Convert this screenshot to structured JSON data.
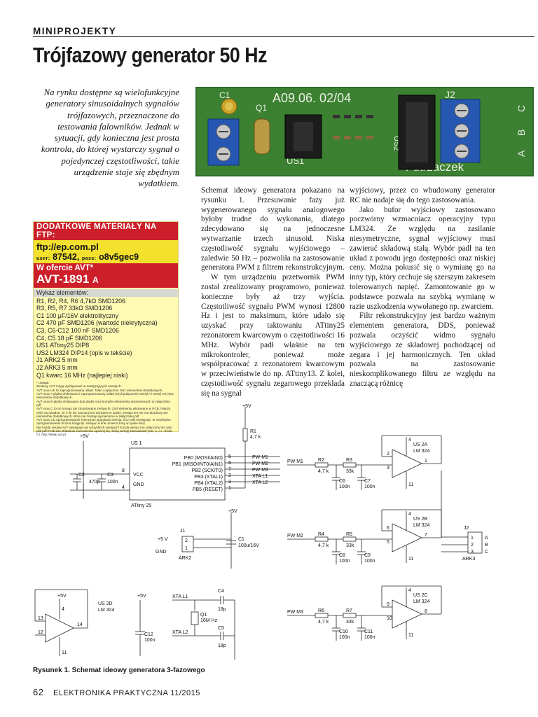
{
  "header": {
    "section": "MINIPROJEKTY",
    "title": "Trójfazowy generator 50 Hz"
  },
  "lead": "Na rynku dostępne są wielofunkcyjne generatory sinusoidalnych sygnałów trójfazowych, przeznaczone do testowania falowników. Jednak w sytuacji, gdy konieczna jest prosta kontrola, do której wystarczy sygnał o pojedynczej częstotliwości, takie urządzenie staje się zbędnym wydatkiem.",
  "photo": {
    "board_text": "A09.06. 02/04",
    "signature": "Futrzaczek",
    "labels": {
      "c1": "C1",
      "q1": "Q1",
      "us1": "US1",
      "j2": "J2",
      "us2": "US2",
      "a": "A",
      "b": "B",
      "c": "C"
    }
  },
  "body": {
    "col1": [
      "Schemat ideowy generatora pokazano na rysunku 1. Przesuwanie fazy już wygenerowanego sygnału analogowego byłoby trudne do wykonania, dlatego zdecydowano się na jednoczesne wytwarzanie trzech sinusoid. Niska częstotliwość sygnału wyjściowego – zaledwie 50 Hz – pozwoliła na zastosowanie generatora PWM z filtrem rekonstrukcyjnym.",
      "W tym urządzeniu przetwornik PWM został zrealizowany programowo, ponieważ konieczne były aż trzy wyjścia. Częstotliwość sygnału PWM wynosi 12800 Hz i jest to maksimum, które udało się uzyskać przy taktowaniu ATtiny25 rezonatorem kwarcowym o częstotliwości 16 MHz. Wybór padł właśnie na ten mikrokontroler, ponieważ może współpracować z rezonatorem kwarcowym w przeciwieństwie do np. ATtiny13. Z kolei, częstotliwość sygnału zegarowego przekłada się na sygnał"
    ],
    "col2": [
      "wyjściowy, przez co wbudowany generator RC nie nadaje się do tego zastosowania.",
      "Jako bufor wyjściowy zastosowano poczwórny wzmacniacz operacyjny typu LM324. Ze względu na zasilanie niesymetryczne, sygnał wyjściowy musi zawierać składową stałą. Wybór padł na ten układ z powodu jego dostępności oraz niskiej ceny. Można pokusić się o wymianę go na inny typ, który cechuje się szerszym zakresem tolerowanych napięć. Zamontowanie go w podstawce pozwala na szybką wymianę w razie uszkodzenia wywołanego np. zwarciem.",
      "Filtr rekonstrukcyjny jest bardzo ważnym elementem generatora, DDS, ponieważ pozwala oczyścić widmo sygnału wyjściowego ze składowej pochodzącej od zegara i jej harmonicznych. Ten układ pozwala na zastosowanie nieskomplikowanego filtru ze względu na znaczącą różnicę"
    ]
  },
  "box": {
    "header": "DODATKOWE MATERIAŁY NA FTP:",
    "ftp_url": "ftp://ep.com.pl",
    "user_label": "user:",
    "user": "87542",
    "pass_label": "pass:",
    "pass": "o8v5gec9",
    "avt_label": "W ofercie AVT*",
    "avt_code": "AVT-1891",
    "avt_suffix": "A",
    "parts_head": "Wykaz elementów:",
    "parts": [
      "R1, R2, R4, R6 4,7kΩ SMD1206",
      "R3, R5, R7 33kΩ SMD1206",
      "C1 100 μF/16V elektrolityczny",
      "C2 470 pF SMD1206 (wartość niekrytyczna)",
      "C3, C6-C12 100 nF SMD1206",
      "C4, C5 18 pF SMD1206",
      "US1 ATtiny25 DIP8",
      "US2 LM324 DIP14 (opis w tekście)",
      "J1 ARK2 5 mm",
      "J2 ARK3 5 mm",
      "Q1 kwarc 16 MHz (najlepiej niski)"
    ],
    "notes": [
      "* Uwaga:",
      "Zestawy AVT mogą występować w następujących wersjach:",
      "AVT xxxx UK to zaprogramowany układ. Tylko i wyłącznie. Bez elementów dodatkowych.",
      "AVT xxxx A płytka drukowana i zaprogramowany układ (czyli połączenie wersji A i wersji UK) bez elementów dodatkowych.",
      "AVT xxxx B płytka drukowana (lub płytki) oraz komplet elementów wymienionych w załączniku pdf",
      "AVT xxxx C to nic innego jak zmontowany zestaw B, czyli elementy wlutowane w PCB. Należy mieć na uwadze, że o ile nie zaznaczono wyraźnie w opisie, zestaw ten nie ma obudowy ani elementów dodatkowych, które nie zostały wymienione w załączniku pdf",
      "AVT xxxx CD oprogramowanie (nieczęsto spotykana wersja, lecz jeśli występuje, to niezbędne oprogramowanie można ściągnąć, klikając w link umieszczony w opisie kitu)",
      "Nie każdy zestaw AVT występuje we wszystkich wersjach! Każda wersja ma załączony ten sam plik pdf! Podczas składania zamówienia upewnij się, którą wersję zamawiasz! (UK, A, A+, B lub C). http://sklep.avt.pl"
    ]
  },
  "schematic": {
    "us1": {
      "name": "US 1",
      "part": "ATtiny 25",
      "vcc": "VCC",
      "gnd": "GND",
      "pins": [
        "PB0 (MOSI/AIN0)",
        "PB1 (MISO/INT0/AIN1)",
        "PB2 (SCK/T0)",
        "PB3 (XTAL1)",
        "PB4 (XTAL2)",
        "PB5 (RESET)"
      ],
      "pin_numbers": [
        "5",
        "6",
        "7",
        "2",
        "3",
        "1"
      ],
      "vcc_pin": "8",
      "gnd_pin": "4"
    },
    "nets": [
      "PW M1",
      "PW M2",
      "PW M3",
      "XTA L1",
      "XTA L2"
    ],
    "supply": "+5V",
    "plus5v": "+5 V",
    "gnd": "GND",
    "c2": "C2",
    "c2v": "470p",
    "c3": "C3",
    "c3v": "100n",
    "r1": "R1",
    "r1v": "4,7 k",
    "j1": "J1",
    "j1p": "ARK2",
    "c1": "C1",
    "c1v": "100u/16V",
    "pin1": "1",
    "pin2": "2",
    "pin3": "3",
    "stages": [
      {
        "name": "US 2A",
        "part": "LM 324",
        "input": "PW M1",
        "r_a": "R2",
        "r_a_v": "4,7 k",
        "r_b": "R3",
        "r_b_v": "33k",
        "c_a": "C6",
        "c_b": "C7",
        "c_v": "100n",
        "pin_p": "3",
        "pin_n": "2",
        "pin_o": "1",
        "pin_v": "4",
        "pin_g": "11"
      },
      {
        "name": "US 2B",
        "part": "LM 324",
        "input": "PW M2",
        "r_a": "R4",
        "r_a_v": "4,7 k",
        "r_b": "R5",
        "r_b_v": "33k",
        "c_a": "C8",
        "c_b": "C9",
        "c_v": "100n",
        "pin_p": "5",
        "pin_n": "6",
        "pin_o": "7",
        "pin_v": "4",
        "pin_g": "11"
      },
      {
        "name": "US 2C",
        "part": "LM 324",
        "input": "PW M3",
        "r_a": "R6",
        "r_a_v": "4,7 k",
        "r_b": "R7",
        "r_b_v": "33k",
        "c_a": "C10",
        "c_b": "C11",
        "c_v": "100n",
        "pin_p": "10",
        "pin_n": "9",
        "pin_o": "8",
        "pin_v": "4",
        "pin_g": "11"
      }
    ],
    "j2": "J2",
    "j2p": "ARK3",
    "j2_labels": [
      "A",
      "B",
      "C"
    ],
    "us2d": {
      "name": "US 2D",
      "part": "LM 324",
      "pin_n": "13",
      "pin_p": "12",
      "pin_o": "14",
      "pin_v": "4",
      "pin_g": "11"
    },
    "c12": "C12",
    "c12v": "100n",
    "xtal": {
      "l1": "XTA L1",
      "l2": "XTA L2",
      "c4": "C4",
      "c5": "C5",
      "cv": "18p",
      "q": "Q1",
      "qv": "16M Hz"
    }
  },
  "caption": "Rysunek 1. Schemat ideowy generatora 3-fazowego",
  "footer": {
    "page": "62",
    "magazine": "ELEKTRONIKA PRAKTYCZNA 11/2015"
  }
}
